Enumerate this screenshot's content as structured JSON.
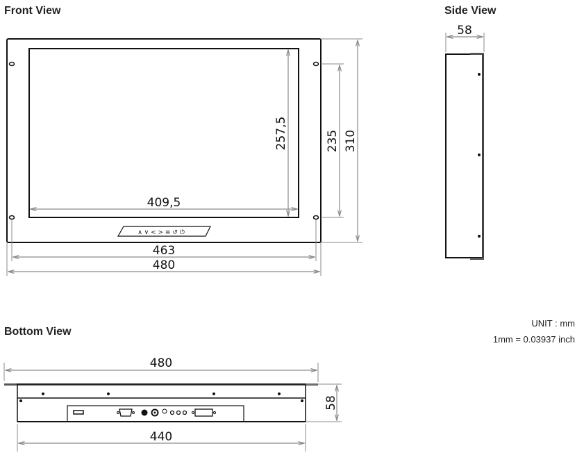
{
  "views": {
    "front": {
      "title": "Front View",
      "dim_width_screen": "409,5",
      "dim_height_screen": "257,5",
      "dim_hole_vertical": "235",
      "dim_height_total": "310",
      "dim_hole_horizontal": "463",
      "dim_width_total": "480",
      "button_symbols": "∧ ∨ < > ≡ ↺  ⏻"
    },
    "side": {
      "title": "Side View",
      "dim_depth": "58"
    },
    "bottom": {
      "title": "Bottom View",
      "dim_width_total": "480",
      "dim_width_body": "440",
      "dim_depth": "58"
    }
  },
  "unit": {
    "label": "UNIT : mm",
    "conversion": "1mm = 0.03937 inch"
  },
  "colors": {
    "outline": "#111111",
    "dimension": "#8a8a8a"
  }
}
